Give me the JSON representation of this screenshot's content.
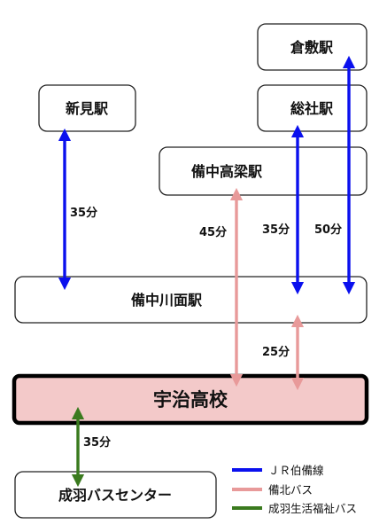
{
  "stations": {
    "kurashiki": "倉敷駅",
    "niimi": "新見駅",
    "soja": "総社駅",
    "bitchu_takahashi": "備中高梁駅",
    "bitchu_kawamo": "備中川面駅",
    "nariwa_bus_center": "成羽バスセンター"
  },
  "school": "宇治高校",
  "durations": {
    "niimi_kawamo": "35分",
    "takahashi_school": "45分",
    "soja_kawamo": "35分",
    "kurashiki_kawamo": "50分",
    "kawamo_school": "25分",
    "school_nariwa": "35分"
  },
  "legend": {
    "jr": "ＪＲ伯備線",
    "bihoku_bus": "備北バス",
    "welfare_bus": "成羽生活福祉バス"
  },
  "colors": {
    "jr": "#0a10ee",
    "bihoku_bus": "#e89a9a",
    "welfare_bus": "#3a7a1e",
    "school_fill": "#f3c9c9"
  }
}
